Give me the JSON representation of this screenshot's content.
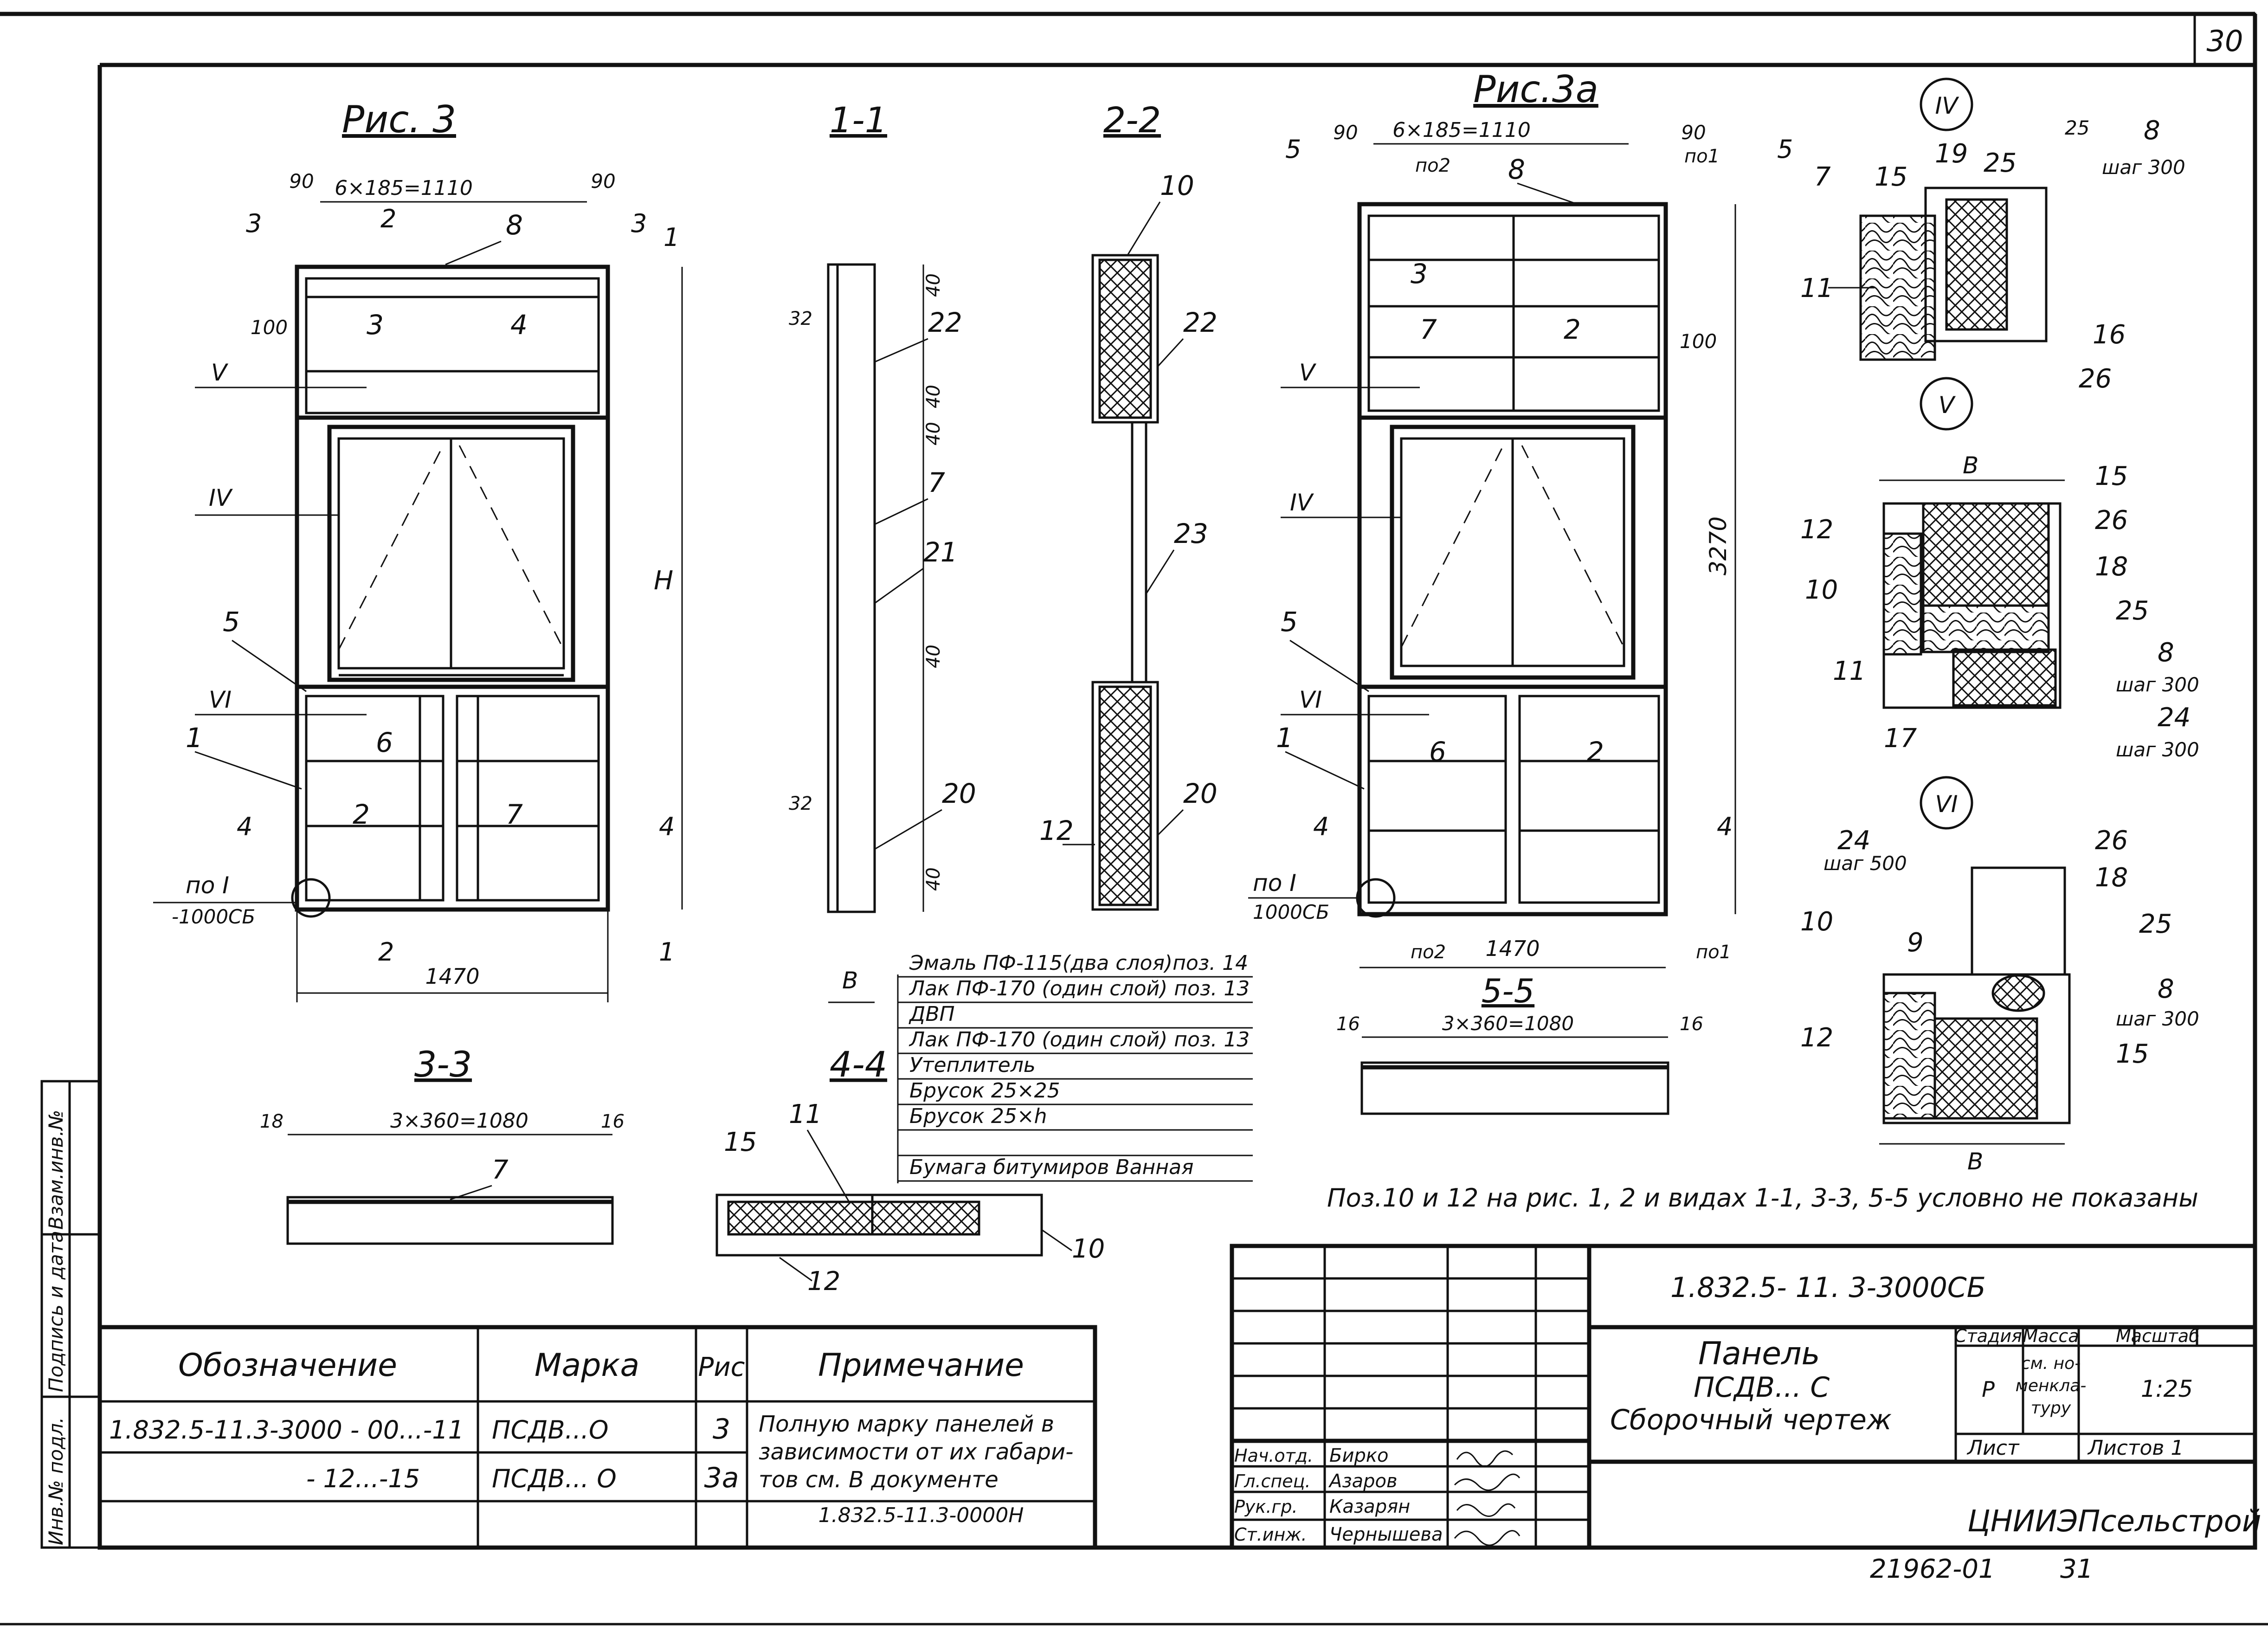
{
  "sheet_number": "30",
  "figures": {
    "fig3": {
      "title": "Рис. 3",
      "dim_top": "6×185=1110",
      "dim_90_left": "90",
      "dim_90_right": "90",
      "dim_100": "100",
      "dim_height": "H",
      "dim_width": "1470",
      "note_bottom_1": "по I",
      "note_bottom_2": "-1000СБ",
      "labels": [
        "1",
        "2",
        "3",
        "4",
        "5",
        "6",
        "7",
        "8"
      ],
      "sections": [
        "1",
        "2",
        "3",
        "4"
      ],
      "views": [
        "V",
        "IV",
        "VI"
      ]
    },
    "fig3a": {
      "title": "Рис.3а",
      "dim_top": "6×185=1110",
      "dim_90_left": "90",
      "dim_90_right": "90",
      "dim_100": "100",
      "dim_height": "3270",
      "dim_width": "1470",
      "note_bottom_1": "по I",
      "note_bottom_2": "1000СБ",
      "ref_po2": "по2",
      "ref_po1": "по1",
      "labels": [
        "1",
        "2",
        "3",
        "5",
        "6",
        "7",
        "8"
      ],
      "sections": [
        "5",
        "4"
      ],
      "views": [
        "V",
        "IV",
        "VI"
      ]
    },
    "section_1_1": {
      "title": "1-1",
      "dims": [
        "40",
        "40",
        "40",
        "40",
        "40",
        "32",
        "32"
      ],
      "labels": [
        "22",
        "7",
        "21",
        "20"
      ],
      "width": "В"
    },
    "section_2_2": {
      "title": "2-2",
      "labels": [
        "10",
        "22",
        "23",
        "12",
        "20"
      ]
    },
    "section_3_3": {
      "title": "3-3",
      "dim_main": "3×360=1080",
      "dim_left": "18",
      "dim_right": "16",
      "label": "7"
    },
    "section_4_4": {
      "title": "4-4",
      "labels": [
        "15",
        "11",
        "12",
        "10"
      ]
    },
    "section_5_5": {
      "title": "5-5",
      "dim_main": "3×360=1080",
      "dim_left": "16",
      "dim_right": "16"
    },
    "node_IV": {
      "title": "IV",
      "labels": [
        "7",
        "15",
        "19",
        "25",
        "8",
        "11",
        "16",
        "26"
      ],
      "dim": "25",
      "step": "шаг 300"
    },
    "node_V": {
      "title": "V",
      "labels": [
        "12",
        "10",
        "11",
        "17",
        "15",
        "26",
        "18",
        "25",
        "8",
        "24"
      ],
      "dim": "В",
      "step_1": "шаг 300",
      "step_2": "шаг 300"
    },
    "node_VI": {
      "title": "VI",
      "labels": [
        "24",
        "26",
        "18",
        "10",
        "9",
        "25",
        "8",
        "12",
        "15"
      ],
      "step_1": "шаг 500",
      "step_2": "шаг 300",
      "dim": "В"
    }
  },
  "layer_legend": [
    "Эмаль ПФ-115(два слоя)поз. 14",
    "Лак ПФ-170 (один слой) поз. 13",
    "ДВП",
    "Лак ПФ-170 (один слой) поз. 13",
    "Утеплитель",
    "Брусок 25×25",
    "Брусок 25×h",
    "Бумага битумиров Ванная"
  ],
  "note": "Поз.10 и 12 на рис. 1, 2 и видах 1-1, 3-3, 5-5 условно не показаны",
  "spec_table": {
    "headers": [
      "Обозначение",
      "Марка",
      "Рис",
      "Примечание"
    ],
    "rows": [
      [
        "1.832.5-11.3-3000 - 00...-11",
        "ПСДВ...О",
        "3"
      ],
      [
        "- 12...-15",
        "ПСДВ... О",
        "3а"
      ]
    ],
    "remark": [
      "Полную марку панелей в",
      "зависимости от их габари-",
      "тов см. В документе",
      "1.832.5-11.3-0000Н"
    ]
  },
  "side_stamp": [
    "Инв.№ подл.",
    "Подпись и дата",
    "Взам.инв.№"
  ],
  "title_block": {
    "code": "1.832.5- 11. 3-3000СБ",
    "name": [
      "Панель",
      "ПСДВ... С",
      "Сборочный чертеж"
    ],
    "stage_header": "Стадия",
    "mass_header": "Масса",
    "scale_header": "Масштаб",
    "stage": "Р",
    "mass": [
      "см. но-",
      "менкла-",
      "туру"
    ],
    "scale": "1:25",
    "sheet_label": "Лист",
    "sheets_label": "Листов 1",
    "org": "ЦНИИЭПсельстрой",
    "roles": [
      "Нач.отд.",
      "Гл.спец.",
      "Рук.гр.",
      "Ст.инж."
    ],
    "people": [
      "Бирко",
      "Азаров",
      "Казарян",
      "Чернышева"
    ]
  },
  "footer": {
    "code": "21962-01",
    "page": "31"
  }
}
